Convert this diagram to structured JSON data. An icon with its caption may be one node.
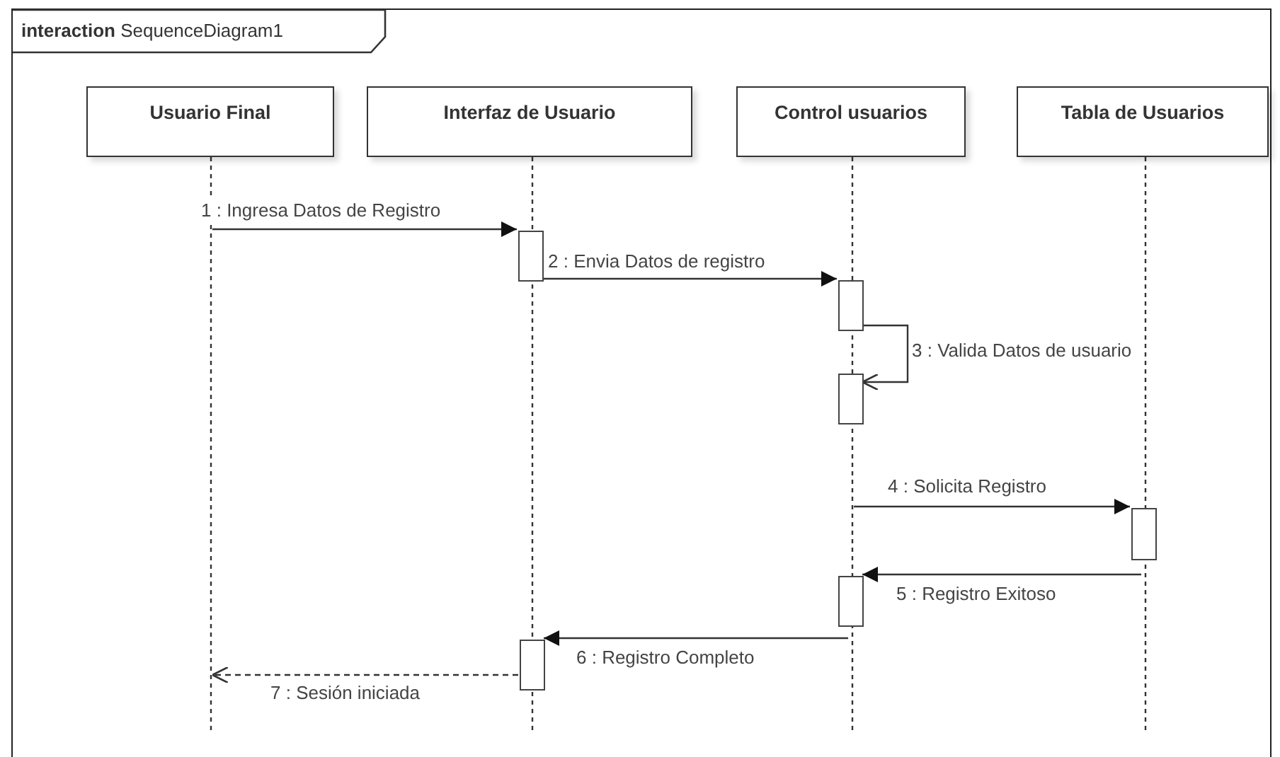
{
  "diagram": {
    "nodes": [
      {
        "text": [
          "**interaction** SequenceDiagram1"
        ]
      },
      {
        "text": [
          "Usuario Final"
        ],
        "in": 0
      },
      {
        "text": [
          "Interfaz de Usuario"
        ],
        "in": 0
      },
      {
        "text": [
          "Control usuarios"
        ],
        "in": 0
      },
      {
        "text": [
          "Tabla de Usuarios"
        ],
        "in": 0
      },
      {
        "text": [],
        "shape": "line",
        "in": 0
      },
      {
        "text": [],
        "shape": "line",
        "in": 0
      },
      {
        "text": [],
        "shape": "line",
        "in": 0
      },
      {
        "text": [],
        "shape": "line",
        "in": 0
      },
      {
        "text": [],
        "shape": "bar",
        "in": 0
      },
      {
        "text": [],
        "shape": "bar",
        "in": 0
      },
      {
        "text": [],
        "shape": "bar",
        "in": 0
      },
      {
        "text": [],
        "shape": "bar",
        "in": 0
      },
      {
        "text": [],
        "shape": "bar",
        "in": 0
      },
      {
        "text": [],
        "shape": "bar",
        "in": 0
      }
    ],
    "edges": [
      {
        "from": 5,
        "to": 9,
        "arrow": "to",
        "label": "1 : Ingresa Datos de Registro"
      },
      {
        "from": 9,
        "to": 10,
        "arrow": "to",
        "label": "2 : Envia Datos de registro"
      },
      {
        "from": 10,
        "to": 11,
        "arrow": "to",
        "label": "3 : Valida Datos de usuario"
      },
      {
        "from": 7,
        "to": 12,
        "arrow": "to",
        "label": "4 : Solicita Registro"
      },
      {
        "from": 8,
        "to": 13,
        "arrow": "to",
        "label": "5 : Registro Exitoso"
      },
      {
        "from": 7,
        "to": 14,
        "arrow": "to",
        "label": "6 : Registro Completo"
      },
      {
        "from": 14,
        "to": 5,
        "arrow": "to",
        "label": "7 : Sesión iniciada",
        "style": "dashed"
      }
    ]
  }
}
